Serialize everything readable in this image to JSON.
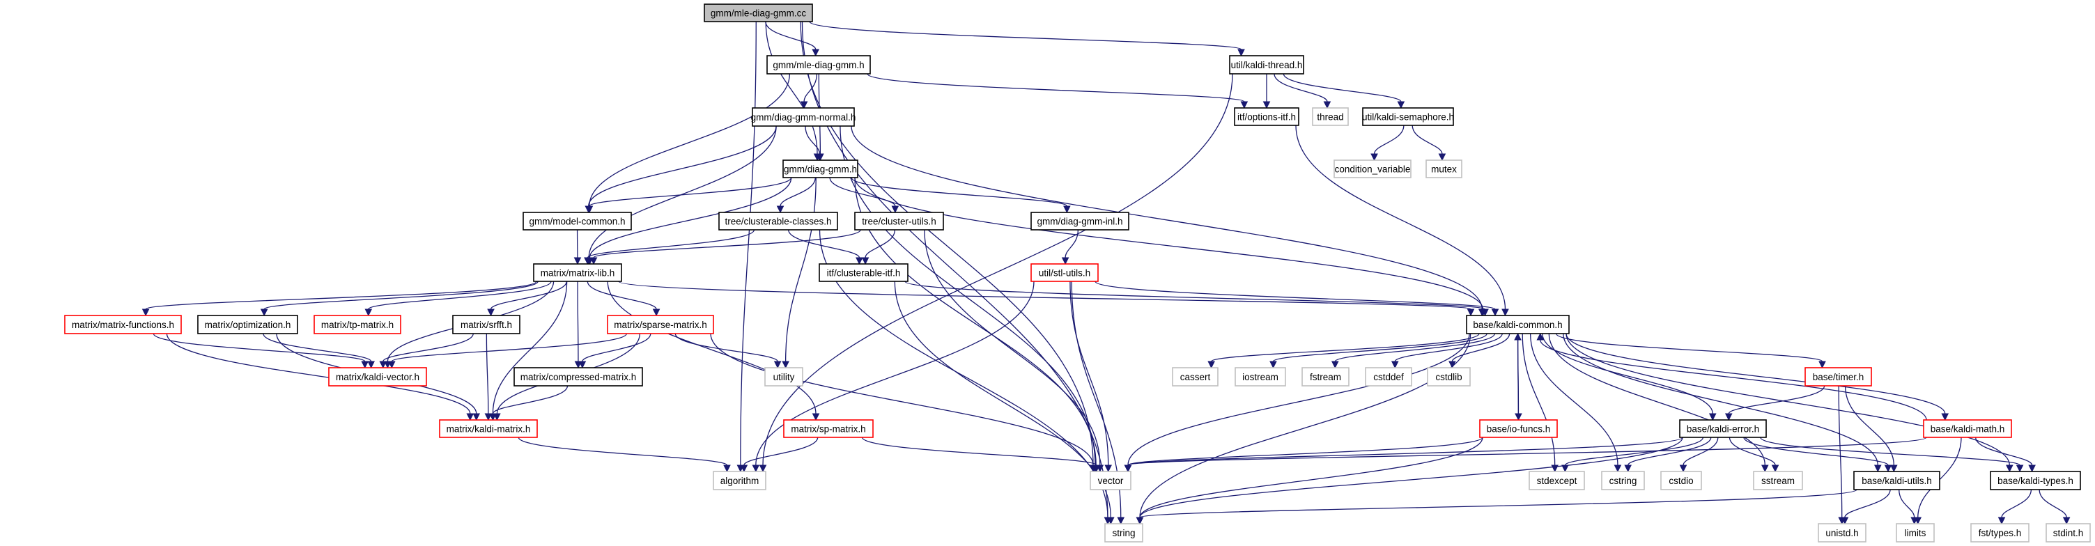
{
  "title": "gmm/mle-diag-gmm.cc include dependency graph",
  "colors": {
    "edge": "#191970",
    "root_fill": "#bfbfbf",
    "normal_border": "#000000",
    "external_border": "#bfbfbf",
    "truncated_border": "#ff0000"
  },
  "nodes": [
    {
      "id": "n0",
      "label": "gmm/mle-diag-gmm.cc",
      "kind": "root"
    },
    {
      "id": "n1",
      "label": "gmm/mle-diag-gmm.h",
      "kind": "normal"
    },
    {
      "id": "n2",
      "label": "util/kaldi-thread.h",
      "kind": "normal"
    },
    {
      "id": "n3",
      "label": "gmm/diag-gmm-normal.h",
      "kind": "normal"
    },
    {
      "id": "n4",
      "label": "itf/options-itf.h",
      "kind": "normal"
    },
    {
      "id": "n5",
      "label": "thread",
      "kind": "external"
    },
    {
      "id": "n6",
      "label": "util/kaldi-semaphore.h",
      "kind": "normal"
    },
    {
      "id": "n7",
      "label": "gmm/diag-gmm.h",
      "kind": "normal"
    },
    {
      "id": "n8",
      "label": "condition_variable",
      "kind": "external"
    },
    {
      "id": "n9",
      "label": "mutex",
      "kind": "external"
    },
    {
      "id": "n10",
      "label": "gmm/model-common.h",
      "kind": "normal"
    },
    {
      "id": "n11",
      "label": "tree/clusterable-classes.h",
      "kind": "normal"
    },
    {
      "id": "n12",
      "label": "tree/cluster-utils.h",
      "kind": "normal"
    },
    {
      "id": "n13",
      "label": "gmm/diag-gmm-inl.h",
      "kind": "normal"
    },
    {
      "id": "n14",
      "label": "matrix/matrix-lib.h",
      "kind": "normal"
    },
    {
      "id": "n15",
      "label": "itf/clusterable-itf.h",
      "kind": "normal"
    },
    {
      "id": "n16",
      "label": "util/stl-utils.h",
      "kind": "truncated"
    },
    {
      "id": "n17",
      "label": "matrix/matrix-functions.h",
      "kind": "truncated"
    },
    {
      "id": "n18",
      "label": "matrix/optimization.h",
      "kind": "normal"
    },
    {
      "id": "n19",
      "label": "matrix/tp-matrix.h",
      "kind": "truncated"
    },
    {
      "id": "n20",
      "label": "matrix/srfft.h",
      "kind": "normal"
    },
    {
      "id": "n21",
      "label": "matrix/sparse-matrix.h",
      "kind": "truncated"
    },
    {
      "id": "n22",
      "label": "base/kaldi-common.h",
      "kind": "normal"
    },
    {
      "id": "n23",
      "label": "matrix/kaldi-vector.h",
      "kind": "truncated"
    },
    {
      "id": "n24",
      "label": "matrix/compressed-matrix.h",
      "kind": "normal"
    },
    {
      "id": "n25",
      "label": "utility",
      "kind": "external"
    },
    {
      "id": "n26",
      "label": "cassert",
      "kind": "external"
    },
    {
      "id": "n27",
      "label": "iostream",
      "kind": "external"
    },
    {
      "id": "n28",
      "label": "fstream",
      "kind": "external"
    },
    {
      "id": "n29",
      "label": "cstddef",
      "kind": "external"
    },
    {
      "id": "n30",
      "label": "cstdlib",
      "kind": "external"
    },
    {
      "id": "n31",
      "label": "base/timer.h",
      "kind": "truncated"
    },
    {
      "id": "n32",
      "label": "matrix/kaldi-matrix.h",
      "kind": "truncated"
    },
    {
      "id": "n33",
      "label": "matrix/sp-matrix.h",
      "kind": "truncated"
    },
    {
      "id": "n34",
      "label": "base/io-funcs.h",
      "kind": "truncated"
    },
    {
      "id": "n35",
      "label": "base/kaldi-error.h",
      "kind": "normal"
    },
    {
      "id": "n36",
      "label": "base/kaldi-math.h",
      "kind": "truncated"
    },
    {
      "id": "n37",
      "label": "algorithm",
      "kind": "external"
    },
    {
      "id": "n38",
      "label": "vector",
      "kind": "external"
    },
    {
      "id": "n39",
      "label": "stdexcept",
      "kind": "external"
    },
    {
      "id": "n40",
      "label": "cstring",
      "kind": "external"
    },
    {
      "id": "n41",
      "label": "cstdio",
      "kind": "external"
    },
    {
      "id": "n42",
      "label": "sstream",
      "kind": "external"
    },
    {
      "id": "n43",
      "label": "base/kaldi-utils.h",
      "kind": "normal"
    },
    {
      "id": "n44",
      "label": "base/kaldi-types.h",
      "kind": "normal"
    },
    {
      "id": "n45",
      "label": "string",
      "kind": "external"
    },
    {
      "id": "n46",
      "label": "unistd.h",
      "kind": "external"
    },
    {
      "id": "n47",
      "label": "limits",
      "kind": "external"
    },
    {
      "id": "n48",
      "label": "fst/types.h",
      "kind": "external"
    },
    {
      "id": "n49",
      "label": "stdint.h",
      "kind": "external"
    }
  ],
  "edges": [
    [
      "n0",
      "n1"
    ],
    [
      "n0",
      "n2"
    ],
    [
      "n0",
      "n7"
    ],
    [
      "n0",
      "n37"
    ],
    [
      "n0",
      "n38"
    ],
    [
      "n0",
      "n45"
    ],
    [
      "n1",
      "n3"
    ],
    [
      "n1",
      "n7"
    ],
    [
      "n1",
      "n10"
    ],
    [
      "n1",
      "n4"
    ],
    [
      "n2",
      "n4"
    ],
    [
      "n2",
      "n5"
    ],
    [
      "n2",
      "n6"
    ],
    [
      "n2",
      "n37"
    ],
    [
      "n6",
      "n8"
    ],
    [
      "n6",
      "n9"
    ],
    [
      "n3",
      "n7"
    ],
    [
      "n3",
      "n10"
    ],
    [
      "n3",
      "n14"
    ],
    [
      "n3",
      "n38"
    ],
    [
      "n3",
      "n22"
    ],
    [
      "n4",
      "n22"
    ],
    [
      "n7",
      "n10"
    ],
    [
      "n7",
      "n11"
    ],
    [
      "n7",
      "n12"
    ],
    [
      "n7",
      "n13"
    ],
    [
      "n7",
      "n14"
    ],
    [
      "n7",
      "n22"
    ],
    [
      "n7",
      "n25"
    ],
    [
      "n7",
      "n38"
    ],
    [
      "n10",
      "n14"
    ],
    [
      "n11",
      "n14"
    ],
    [
      "n11",
      "n15"
    ],
    [
      "n11",
      "n45"
    ],
    [
      "n12",
      "n14"
    ],
    [
      "n12",
      "n15"
    ],
    [
      "n12",
      "n38"
    ],
    [
      "n13",
      "n16"
    ],
    [
      "n15",
      "n22"
    ],
    [
      "n15",
      "n45"
    ],
    [
      "n16",
      "n22"
    ],
    [
      "n16",
      "n37"
    ],
    [
      "n16",
      "n38"
    ],
    [
      "n16",
      "n45"
    ],
    [
      "n14",
      "n17"
    ],
    [
      "n14",
      "n18"
    ],
    [
      "n14",
      "n19"
    ],
    [
      "n14",
      "n20"
    ],
    [
      "n14",
      "n21"
    ],
    [
      "n14",
      "n23"
    ],
    [
      "n14",
      "n24"
    ],
    [
      "n14",
      "n32"
    ],
    [
      "n14",
      "n33"
    ],
    [
      "n14",
      "n22"
    ],
    [
      "n17",
      "n23"
    ],
    [
      "n17",
      "n32"
    ],
    [
      "n18",
      "n23"
    ],
    [
      "n18",
      "n32"
    ],
    [
      "n20",
      "n23"
    ],
    [
      "n20",
      "n32"
    ],
    [
      "n21",
      "n23"
    ],
    [
      "n21",
      "n24"
    ],
    [
      "n21",
      "n25"
    ],
    [
      "n21",
      "n32"
    ],
    [
      "n21",
      "n38"
    ],
    [
      "n24",
      "n32"
    ],
    [
      "n32",
      "n37"
    ],
    [
      "n33",
      "n37"
    ],
    [
      "n33",
      "n38"
    ],
    [
      "n22",
      "n26"
    ],
    [
      "n22",
      "n27"
    ],
    [
      "n22",
      "n28"
    ],
    [
      "n22",
      "n29"
    ],
    [
      "n22",
      "n30"
    ],
    [
      "n22",
      "n31"
    ],
    [
      "n22",
      "n34"
    ],
    [
      "n22",
      "n35"
    ],
    [
      "n22",
      "n36"
    ],
    [
      "n22",
      "n38"
    ],
    [
      "n22",
      "n39"
    ],
    [
      "n22",
      "n40"
    ],
    [
      "n22",
      "n42"
    ],
    [
      "n22",
      "n43"
    ],
    [
      "n22",
      "n44"
    ],
    [
      "n22",
      "n45"
    ],
    [
      "n34",
      "n22"
    ],
    [
      "n34",
      "n38"
    ],
    [
      "n34",
      "n45"
    ],
    [
      "n31",
      "n35"
    ],
    [
      "n31",
      "n43"
    ],
    [
      "n31",
      "n46"
    ],
    [
      "n35",
      "n38"
    ],
    [
      "n35",
      "n39"
    ],
    [
      "n35",
      "n40"
    ],
    [
      "n35",
      "n41"
    ],
    [
      "n35",
      "n42"
    ],
    [
      "n35",
      "n43"
    ],
    [
      "n35",
      "n44"
    ],
    [
      "n35",
      "n45"
    ],
    [
      "n36",
      "n22"
    ],
    [
      "n36",
      "n38"
    ],
    [
      "n36",
      "n44"
    ],
    [
      "n36",
      "n47"
    ],
    [
      "n43",
      "n45"
    ],
    [
      "n43",
      "n46"
    ],
    [
      "n43",
      "n47"
    ],
    [
      "n44",
      "n48"
    ],
    [
      "n44",
      "n49"
    ]
  ]
}
